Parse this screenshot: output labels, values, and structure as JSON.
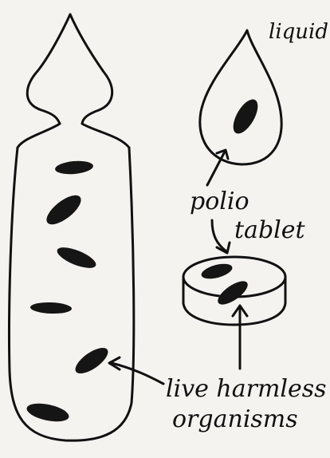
{
  "labels": {
    "liquid": "liquid",
    "polio": "polio",
    "tablet": "tablet",
    "organisms_line1": "live harmless",
    "organisms_line2": "organisms"
  },
  "colors": {
    "ink": "#111111",
    "paper": "#f4f3ef",
    "organism": "#151515"
  }
}
